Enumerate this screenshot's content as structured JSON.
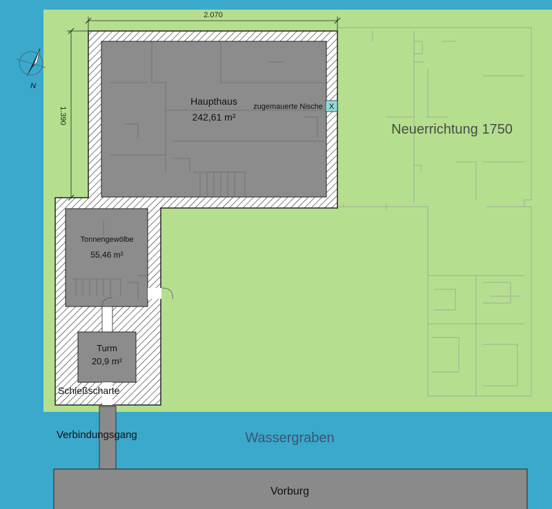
{
  "dimensions": {
    "width": "2.070",
    "height": "1.390"
  },
  "compass": {
    "label": "N"
  },
  "rooms": {
    "haupthaus": {
      "name": "Haupthaus",
      "area": "242,61 m²"
    },
    "tonnengewoelbe": {
      "name": "Tonnengewölbe",
      "area": "55,46 m²"
    },
    "turm": {
      "name": "Turm",
      "area": "20,9 m²"
    }
  },
  "labels": {
    "zugemauerte_nische": "zugemauerte Nische",
    "nische_marker": "X",
    "neuerrichtung": "Neuerrichtung 1750",
    "schiessscharte": "Schießscharte",
    "verbindungsgang": "Verbindungsgang",
    "wassergraben": "Wassergraben",
    "vorburg": "Vorburg"
  },
  "colors": {
    "water": "#3aa9cc",
    "grass": "#b5df8e",
    "room_gray": "#8c8c8c",
    "wall_white": "#ffffff",
    "vorburg_gray": "#8a8a8a",
    "nische_cyan": "#8fdada",
    "wassergraben_text": "#3d5470",
    "neuerrichtung_text": "#4a4a4a"
  }
}
